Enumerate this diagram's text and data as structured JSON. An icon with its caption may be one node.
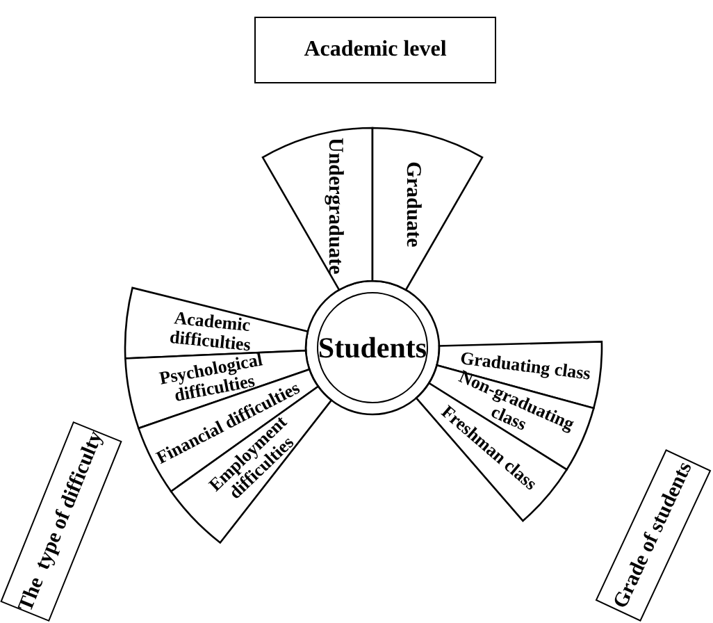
{
  "diagram": {
    "nodes": [
      {
        "text": [
          "Academic level"
        ]
      },
      {
        "text": [
          "Undergraduate"
        ]
      },
      {
        "text": [
          "Graduate"
        ]
      },
      {
        "text": [
          "Students"
        ]
      },
      {
        "text": [
          "Academic difficulties"
        ]
      },
      {
        "text": [
          "Psychological difficulties"
        ]
      },
      {
        "text": [
          "Financial difficulties"
        ]
      },
      {
        "text": [
          "Employment difficulties"
        ]
      },
      {
        "text": [
          "Graduating class"
        ]
      },
      {
        "text": [
          "Non-graduating class"
        ]
      },
      {
        "text": [
          "Freshman class"
        ]
      },
      {
        "text": [
          "The  type of difficulty"
        ]
      },
      {
        "text": [
          "Grade of students"
        ]
      }
    ]
  }
}
